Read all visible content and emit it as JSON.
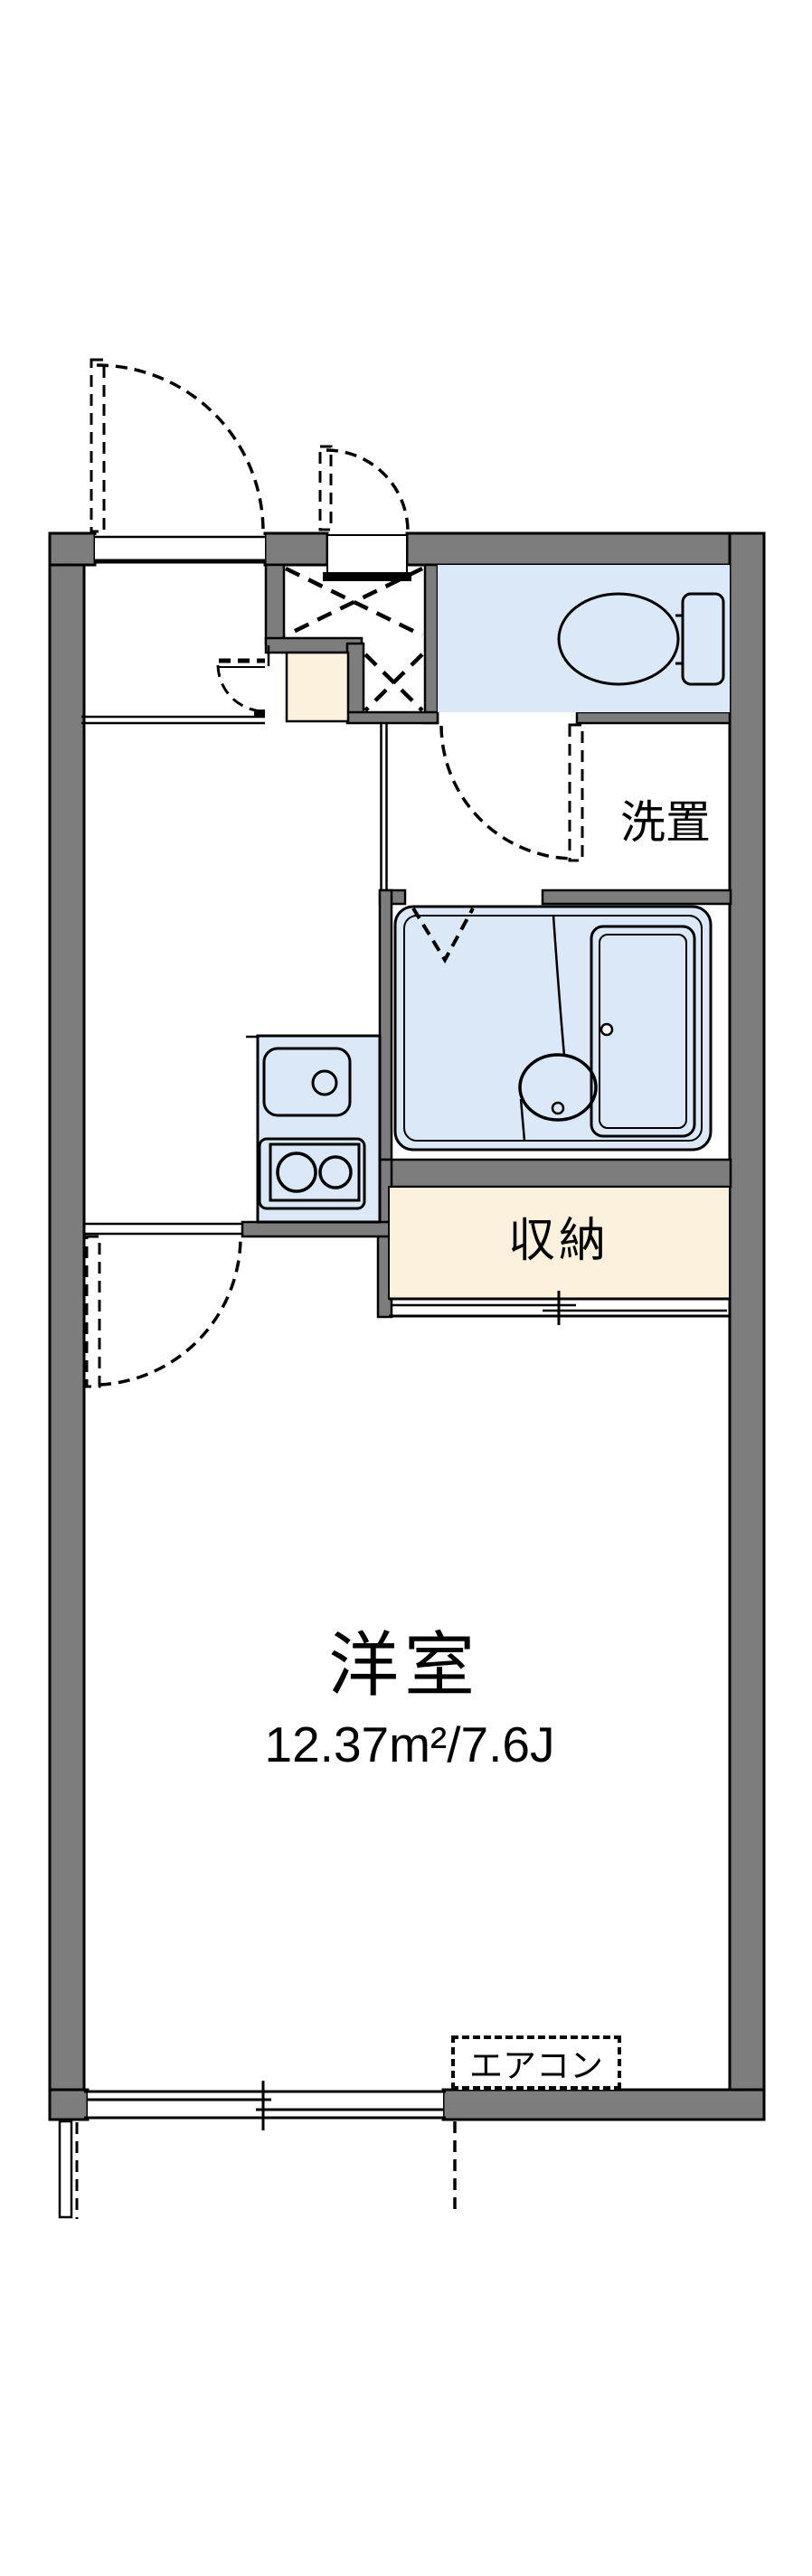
{
  "floorplan": {
    "rooms": {
      "main_room": {
        "name_label": "洋室",
        "area_label": "12.37m²/7.6J"
      },
      "closet": {
        "label": "収納"
      },
      "laundry": {
        "label": "洗置"
      },
      "aircon": {
        "label": "エアコン"
      }
    },
    "colors": {
      "wall": "#7d7d7d",
      "wet_area_fill": "#dbe8f7",
      "storage_fill": "#fbf1dc",
      "line": "#000000",
      "background": "#ffffff"
    }
  }
}
